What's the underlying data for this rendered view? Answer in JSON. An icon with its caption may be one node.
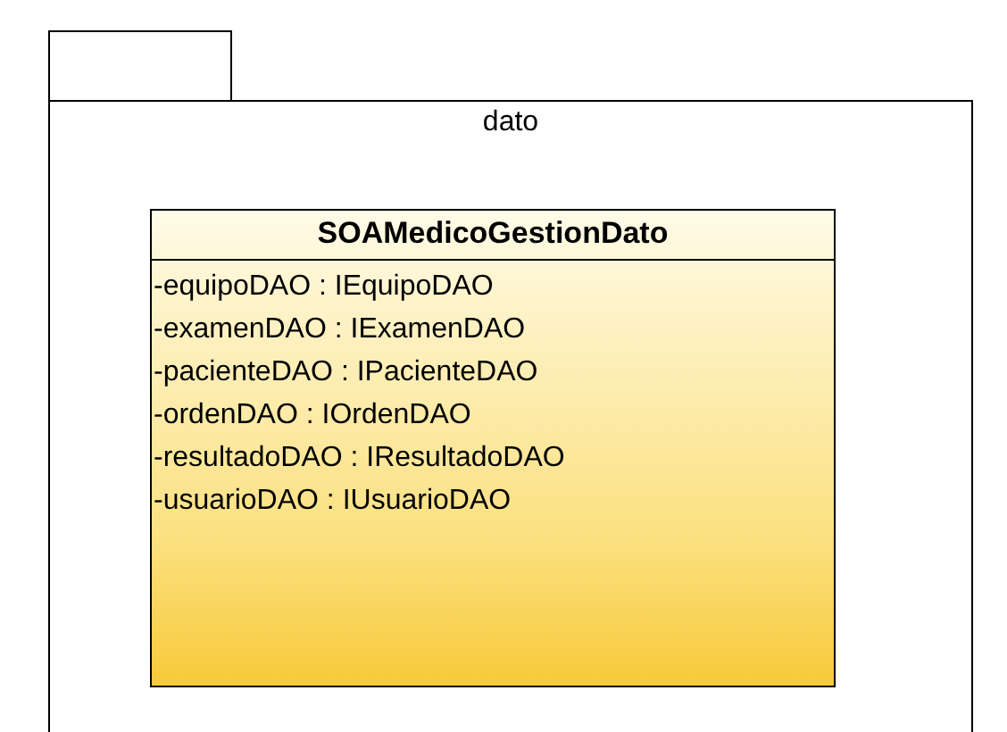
{
  "diagram": {
    "nodes": [
      {
        "text": [
          "dato"
        ]
      },
      {
        "text": [
          "SOAMedicoGestionDato",
          "-equipoDAO : IEquipoDAO",
          "-examenDAO : IExamenDAO",
          "-pacienteDAO : IPacienteDAO",
          "-ordenDAO : IOrdenDAO",
          "-resultadoDAO : IResultadoDAO",
          "-usuarioDAO : IUsuarioDAO"
        ],
        "in": 0
      }
    ]
  }
}
